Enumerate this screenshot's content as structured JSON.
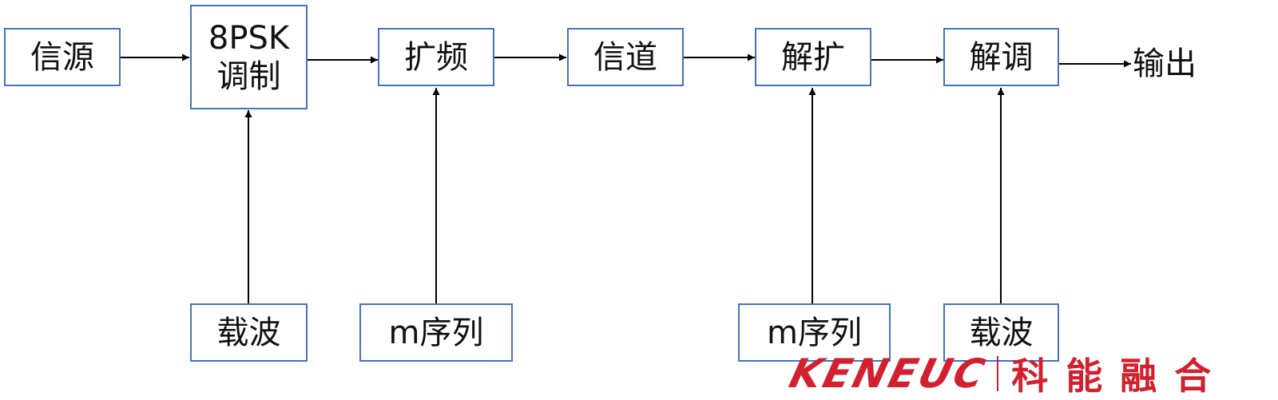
{
  "blocks": {
    "source": "信源",
    "modulation_line1": "8PSK",
    "modulation_line2": "调制",
    "spread": "扩频",
    "channel": "信道",
    "despread": "解扩",
    "demodulation": "解调",
    "carrier_tx": "载波",
    "mseq_tx": "m序列",
    "mseq_rx": "m序列",
    "carrier_rx": "载波"
  },
  "output_label": "输出",
  "watermark": {
    "brand_en": "KENEUC",
    "brand_zh": "科能融合"
  },
  "colors": {
    "box_border": "#4472c4",
    "arrow": "#000000",
    "watermark": "#d2202f"
  }
}
